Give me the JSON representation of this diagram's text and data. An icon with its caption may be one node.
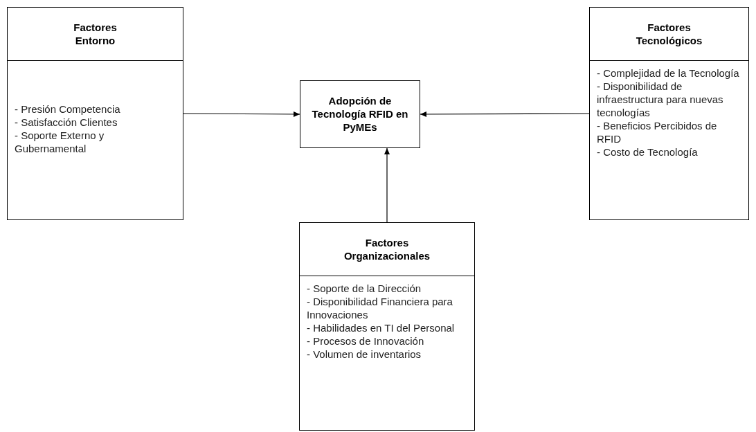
{
  "diagram": {
    "nodes": [
      {
        "text": [
          "Factores Entorno",
          "- Presión Competencia",
          "- Satisfacción Clientes",
          "- Soporte Externo y Gubernamental"
        ]
      },
      {
        "text": [
          "Adopción de Tecnología RFID en PyMEs"
        ]
      },
      {
        "text": [
          "Factores Tecnológicos",
          "- Complejidad de la Tecnología",
          "- Disponibilidad de infraestructura para nuevas tecnologías",
          "- Beneficios Percibidos de RFID",
          "- Costo de Tecnología"
        ]
      },
      {
        "text": [
          "Factores Organizacionales",
          "- Soporte de la Dirección",
          "- Disponibilidad Financiera para Innovaciones",
          "- Habilidades en TI del Personal",
          "- Procesos de Innovación",
          "- Volumen de inventarios"
        ]
      }
    ],
    "edges": [
      {
        "from": 0,
        "to": 1,
        "arrow": "to"
      },
      {
        "from": 2,
        "to": 1,
        "arrow": "to"
      },
      {
        "from": 3,
        "to": 1,
        "arrow": "to"
      }
    ]
  }
}
